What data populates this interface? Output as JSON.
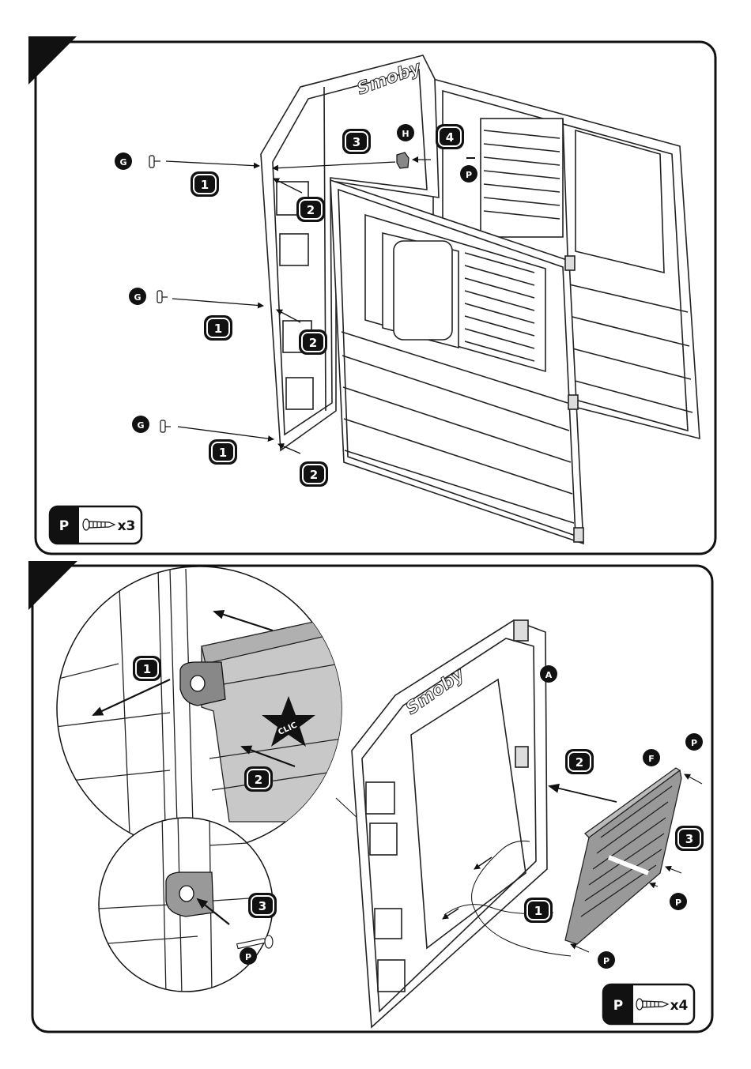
{
  "panel1": {
    "parts": {
      "g": "G",
      "h": "H",
      "p": "P"
    },
    "steps": {
      "s1": "1",
      "s2": "2",
      "s3": "3",
      "s4": "4"
    },
    "brand": "Smoby",
    "screw_box": {
      "letter": "P",
      "qty": "x3"
    }
  },
  "panel2": {
    "parts": {
      "a": "A",
      "f": "F",
      "p": "P"
    },
    "steps": {
      "s1": "1",
      "s2": "2",
      "s3": "3"
    },
    "brand": "Smoby",
    "clic": "CLIC",
    "screw_box": {
      "letter": "P",
      "qty": "x4"
    }
  }
}
